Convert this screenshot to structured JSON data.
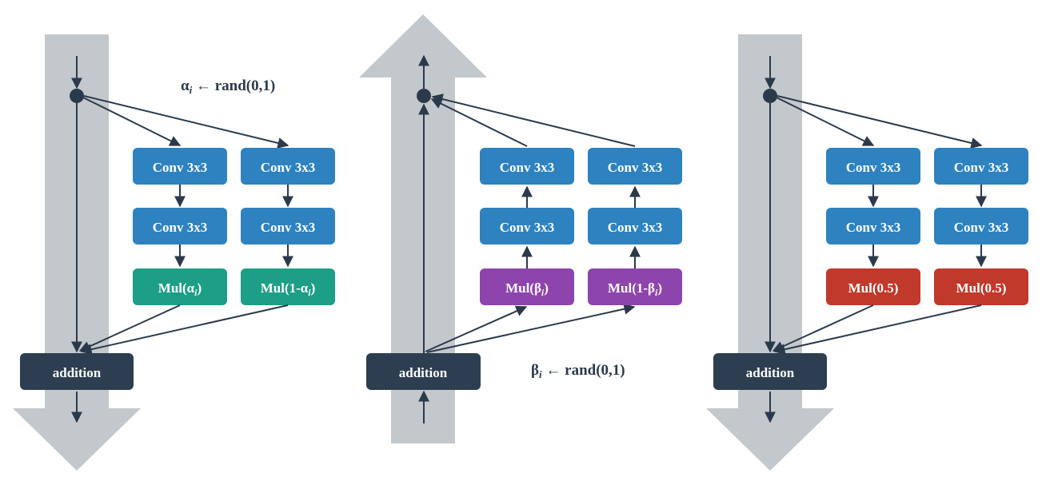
{
  "colors": {
    "background_arrow": "#c3c8cc",
    "line": "#2b3a4b",
    "conv": "#2d82bf",
    "mul_alpha": "#1d9e86",
    "mul_beta": "#8e44ad",
    "mul_half": "#c0392b",
    "addition": "#2c3e50",
    "text": "#ffffff"
  },
  "panel_left": {
    "equation": {
      "symbol": "α",
      "subscript": "i",
      "rest": " ← rand(0,1)"
    },
    "branch_a": {
      "conv1": "Conv 3x3",
      "conv2": "Conv 3x3",
      "mul": {
        "prefix": "Mul(α",
        "sub": "i",
        "suffix": ")"
      }
    },
    "branch_b": {
      "conv1": "Conv 3x3",
      "conv2": "Conv 3x3",
      "mul": {
        "prefix": "Mul(1-α",
        "sub": "i",
        "suffix": ")"
      }
    },
    "addition": "addition"
  },
  "panel_middle": {
    "equation": {
      "symbol": "β",
      "subscript": "i",
      "rest": " ← rand(0,1)"
    },
    "branch_a": {
      "conv1": "Conv 3x3",
      "conv2": "Conv 3x3",
      "mul": {
        "prefix": "Mul(β",
        "sub": "i",
        "suffix": ")"
      }
    },
    "branch_b": {
      "conv1": "Conv 3x3",
      "conv2": "Conv 3x3",
      "mul": {
        "prefix": "Mul(1-β",
        "sub": "i",
        "suffix": ")"
      }
    },
    "addition": "addition"
  },
  "panel_right": {
    "branch_a": {
      "conv1": "Conv 3x3",
      "conv2": "Conv 3x3",
      "mul": "Mul(0.5)"
    },
    "branch_b": {
      "conv1": "Conv 3x3",
      "conv2": "Conv 3x3",
      "mul": "Mul(0.5)"
    },
    "addition": "addition"
  }
}
